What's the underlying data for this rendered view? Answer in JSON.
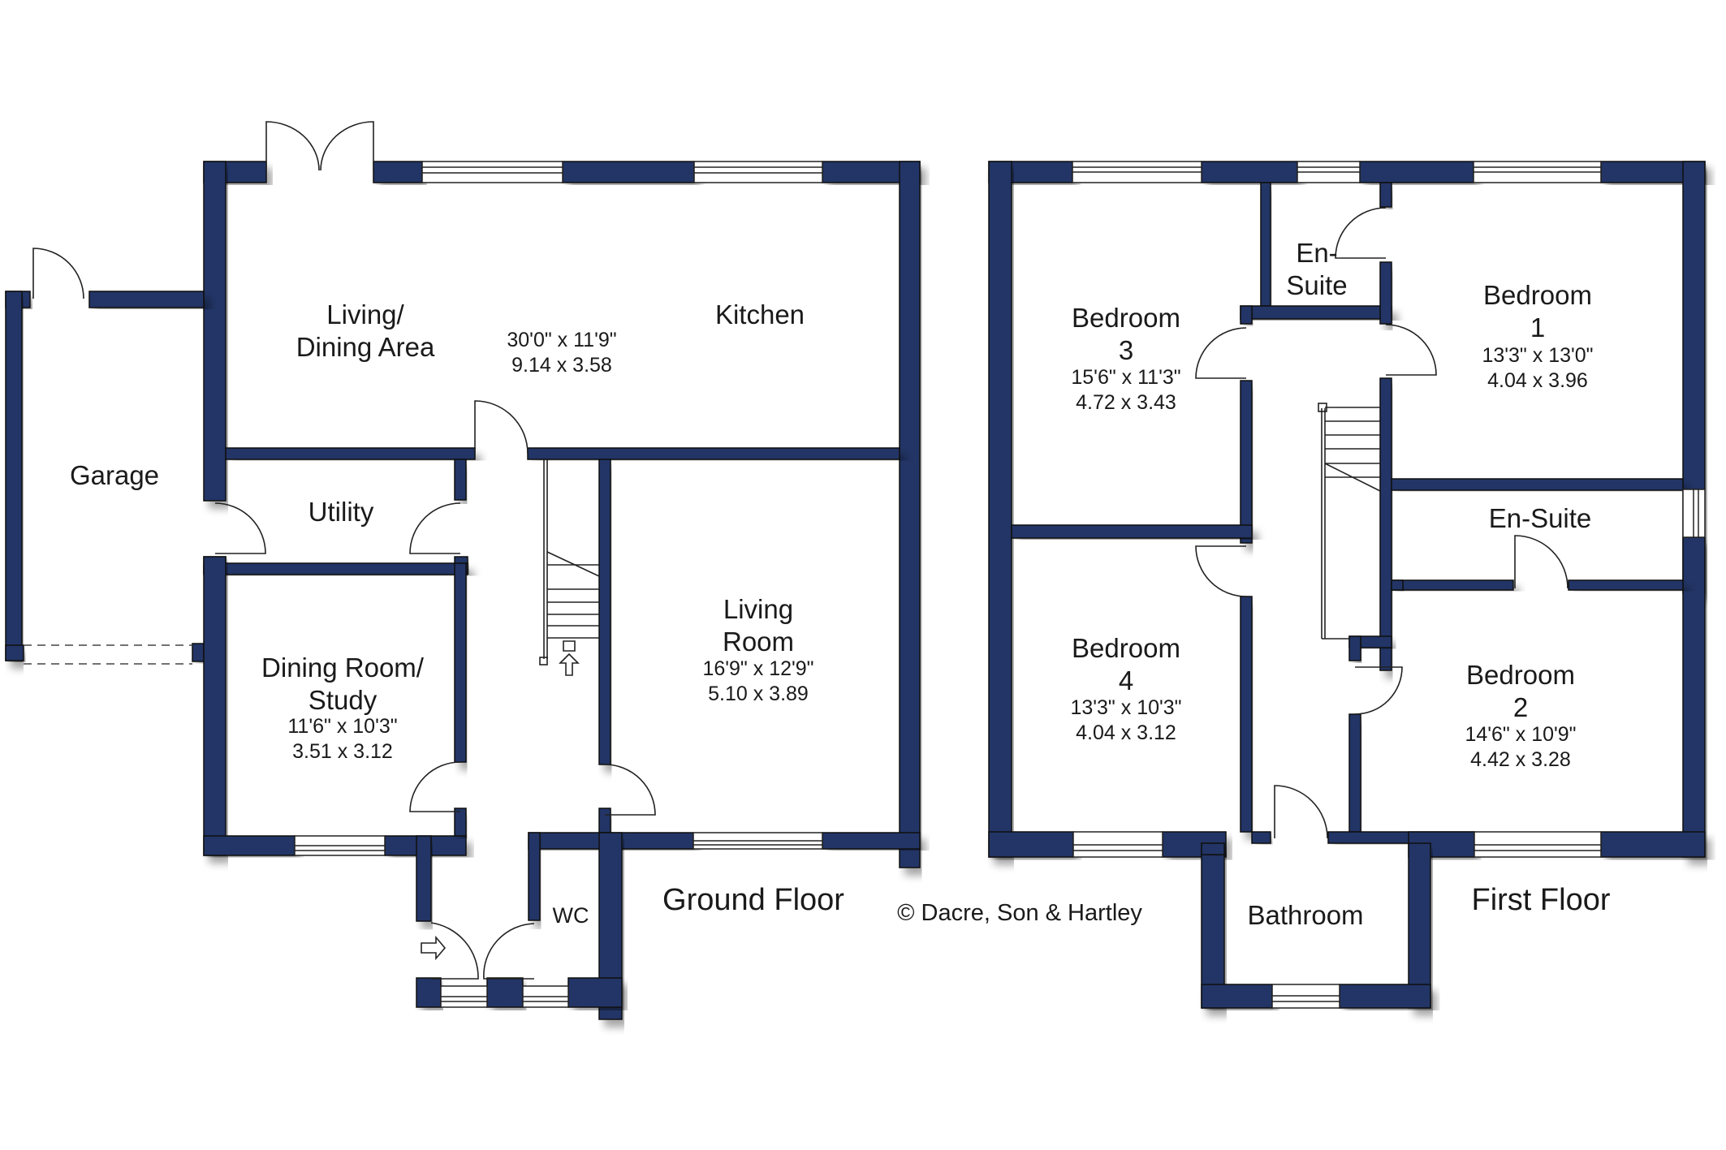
{
  "colors": {
    "wall": "#243466",
    "background": "#ffffff",
    "text": "#1a1a1a"
  },
  "ground_floor": {
    "title": "Ground Floor",
    "rooms": {
      "living_dining": {
        "name_line1": "Living/",
        "name_line2": "Dining Area",
        "dim_imperial": "30'0\"  x  11'9\"",
        "dim_metric": "9.14  x  3.58"
      },
      "kitchen": {
        "name": "Kitchen"
      },
      "garage": {
        "name": "Garage"
      },
      "utility": {
        "name": "Utility"
      },
      "dining_study": {
        "name_line1": "Dining Room/",
        "name_line2": "Study",
        "dim_imperial": "11'6\"  x  10'3\"",
        "dim_metric": "3.51  x  3.12"
      },
      "living_room": {
        "name_line1": "Living",
        "name_line2": "Room",
        "dim_imperial": "16'9\"  x  12'9\"",
        "dim_metric": "5.10  x  3.89"
      },
      "wc": {
        "name": "WC"
      }
    }
  },
  "first_floor": {
    "title": "First Floor",
    "rooms": {
      "bedroom3": {
        "name_line1": "Bedroom",
        "name_line2": "3",
        "dim_imperial": "15'6\"  x  11'3\"",
        "dim_metric": "4.72  x  3.43"
      },
      "ensuite_small": {
        "name_line1": "En-",
        "name_line2": "Suite"
      },
      "bedroom1": {
        "name_line1": "Bedroom",
        "name_line2": "1",
        "dim_imperial": "13'3\"  x  13'0\"",
        "dim_metric": "4.04  x  3.96"
      },
      "ensuite": {
        "name": "En-Suite"
      },
      "bedroom4": {
        "name_line1": "Bedroom",
        "name_line2": "4",
        "dim_imperial": "13'3\"  x  10'3\"",
        "dim_metric": "4.04  x  3.12"
      },
      "bedroom2": {
        "name_line1": "Bedroom",
        "name_line2": "2",
        "dim_imperial": "14'6\"  x  10'9\"",
        "dim_metric": "4.42  x  3.28"
      },
      "bathroom": {
        "name": "Bathroom"
      }
    }
  },
  "copyright": "© Dacre, Son & Hartley"
}
